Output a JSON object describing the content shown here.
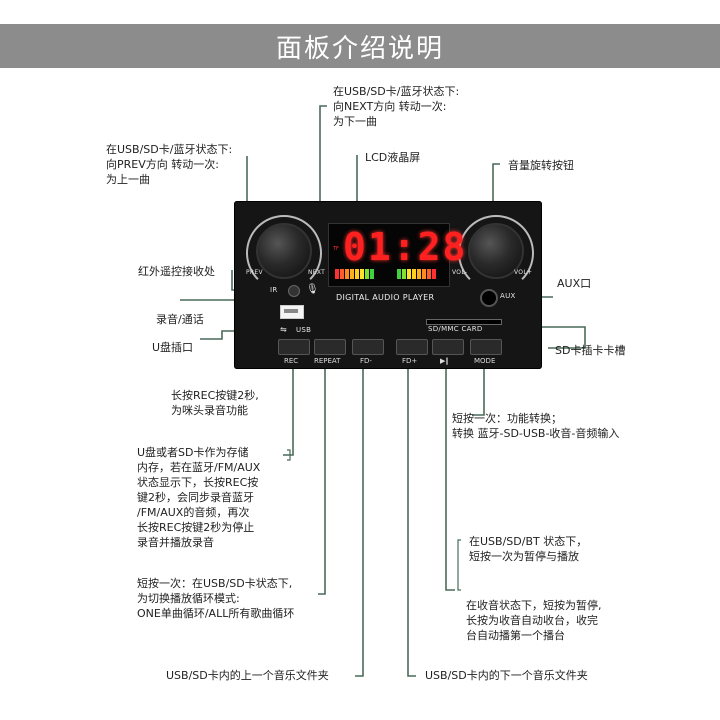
{
  "header": {
    "title": "面板介绍说明"
  },
  "board": {
    "lcd_time": "01:28",
    "lcd_tf": "TF",
    "title": "DIGITAL AUDIO PLAYER",
    "labels": {
      "prev": "PREV",
      "next": "NEXT",
      "vol_minus": "VOL-",
      "vol_plus": "VOL+",
      "ir": "IR",
      "aux": "AUX",
      "usb": "USB",
      "sd_card": "SD/MMC CARD"
    },
    "buttons": [
      "REC",
      "REPEAT",
      "FD-",
      "FD+",
      "▶‖",
      "MODE"
    ]
  },
  "annotations": {
    "next": [
      "在USB/SD卡/蓝牙状态下:",
      "向NEXT方向 转动一次:",
      "为下一曲"
    ],
    "prev": [
      "在USB/SD卡/蓝牙状态下:",
      "向PREV方向 转动一次:",
      "为上一曲"
    ],
    "lcd": "LCD液晶屏",
    "volume": "音量旋转按钮",
    "ir": "红外遥控接收处",
    "aux": "AUX口",
    "record": "录音/通话",
    "udisk": "U盘插口",
    "sdslot": "SD卡插卡卡槽",
    "rec_long": [
      "长按REC按键2秒,",
      "为咪头录音功能"
    ],
    "storage": [
      "U盘或者SD卡作为存储",
      "内存，若在蓝牙/FM/AUX",
      "状态显示下，长按REC按",
      "键2秒，会同步录音蓝牙",
      "/FM/AUX的音频，再次",
      "长按REC按键2秒为停止",
      "录音并播放录音"
    ],
    "mode": [
      "短按一次：功能转换；",
      "转换 蓝牙-SD-USB-收音-音频输入"
    ],
    "play_bt": [
      "在USB/SD/BT 状态下，",
      "短按一次为暂停与播放"
    ],
    "play_fm": [
      "在收音状态下，短按为暂停,",
      "长按为收音自动收台，收完",
      "台自动播第一个播台"
    ],
    "repeat": [
      "短按一次：在USB/SD卡状态下,",
      "为切换播放循环模式:",
      "ONE单曲循环/ALL所有歌曲循环"
    ],
    "prev_folder": "USB/SD卡内的上一个音乐文件夹",
    "next_folder": "USB/SD卡内的下一个音乐文件夹"
  },
  "colors": {
    "leader": "#4a6a5a",
    "header_bg": "#8c8c8c",
    "lcd_red": "#ff2020"
  }
}
